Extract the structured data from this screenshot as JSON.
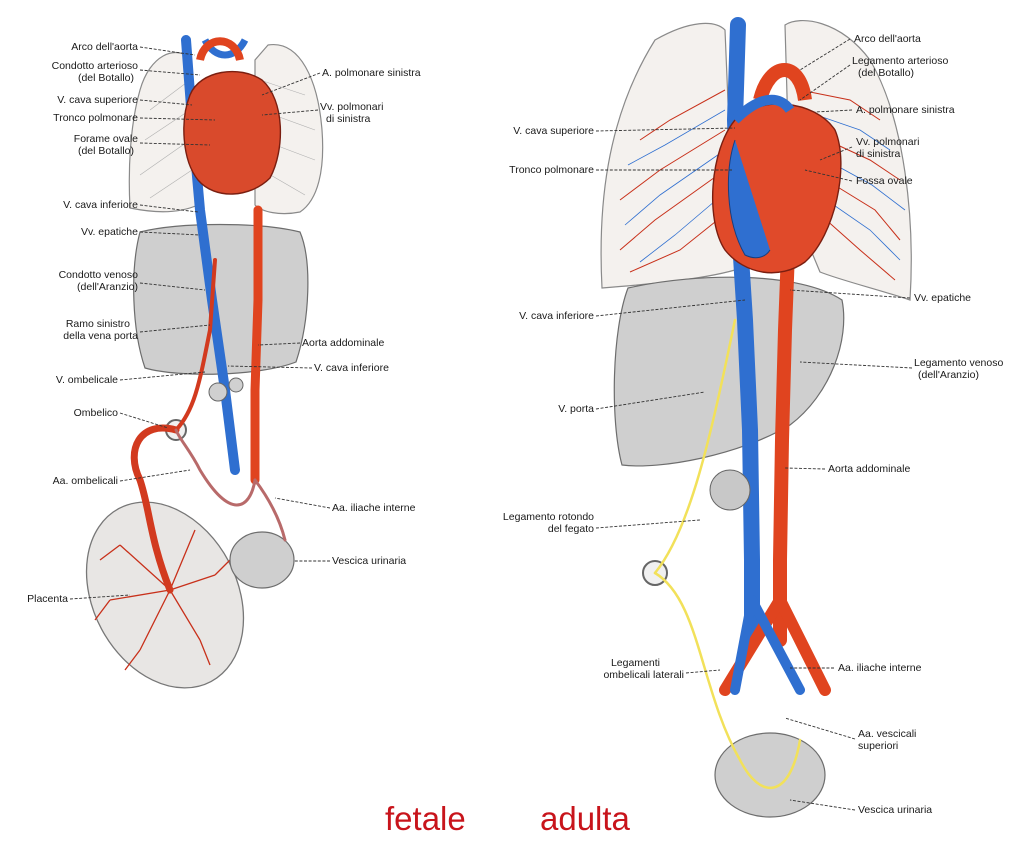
{
  "fetal": {
    "labels": {
      "arco_aorta": "Arco dell'aorta",
      "condotto_arterioso_1": "Condotto arterioso",
      "condotto_arterioso_2": "(del Botallo)",
      "vcava_superiore": "V. cava superiore",
      "tronco_polmonare": "Tronco polmonare",
      "forame_ovale_1": "Forame ovale",
      "forame_ovale_2": "(del Botallo)",
      "a_polmonare_sinistra": "A. polmonare sinistra",
      "vv_polmonari_1": "Vv. polmonari",
      "vv_polmonari_2": "di sinistra",
      "vcava_inferiore_left": "V. cava inferiore",
      "vv_epatiche": "Vv. epatiche",
      "condotto_venoso_1": "Condotto venoso",
      "condotto_venoso_2": "(dell'Aranzio)",
      "ramo_sinistro_1": "Ramo sinistro",
      "ramo_sinistro_2": "della vena porta",
      "aorta_addominale": "Aorta addominale",
      "v_ombelicale": "V. ombelicale",
      "vcava_inferiore_right": "V. cava inferiore",
      "ombelico": "Ombelico",
      "aa_ombelicali": "Aa. ombelicali",
      "aa_iliache_interne": "Aa. iliache interne",
      "vescica_urinaria": "Vescica urinaria",
      "placenta": "Placenta"
    }
  },
  "adult": {
    "labels": {
      "arco_aorta": "Arco dell'aorta",
      "legamento_arterioso_1": "Legamento arterioso",
      "legamento_arterioso_2": "(del Botallo)",
      "a_polmonare_sinistra": "A. polmonare sinistra",
      "vcava_superiore": "V. cava superiore",
      "vv_polmonari_1": "Vv. polmonari",
      "vv_polmonari_2": "di sinistra",
      "tronco_polmonare": "Tronco polmonare",
      "fossa_ovale": "Fossa ovale",
      "vcava_inferiore": "V. cava inferiore",
      "vv_epatiche": "Vv. epatiche",
      "legamento_venoso_1": "Legamento venoso",
      "legamento_venoso_2": "(dell'Aranzio)",
      "v_porta": "V. porta",
      "aorta_addominale": "Aorta addominale",
      "legamento_rotondo_1": "Legamento rotondo",
      "legamento_rotondo_2": "del fegato",
      "legamenti_ombelicali_1": "Legamenti",
      "legamenti_ombelicali_2": "ombelicali laterali",
      "aa_iliache_interne": "Aa. iliache interne",
      "aa_vescicali_1": "Aa. vescicali",
      "aa_vescicali_2": "superiori",
      "vescica_urinaria": "Vescica urinaria"
    }
  },
  "captions": {
    "fetal": "fetale",
    "adult": "adulta"
  },
  "colors": {
    "artery": "#e0441f",
    "vein": "#2f6fd0",
    "ligament": "#f2e15a",
    "caption": "#c8141b"
  }
}
